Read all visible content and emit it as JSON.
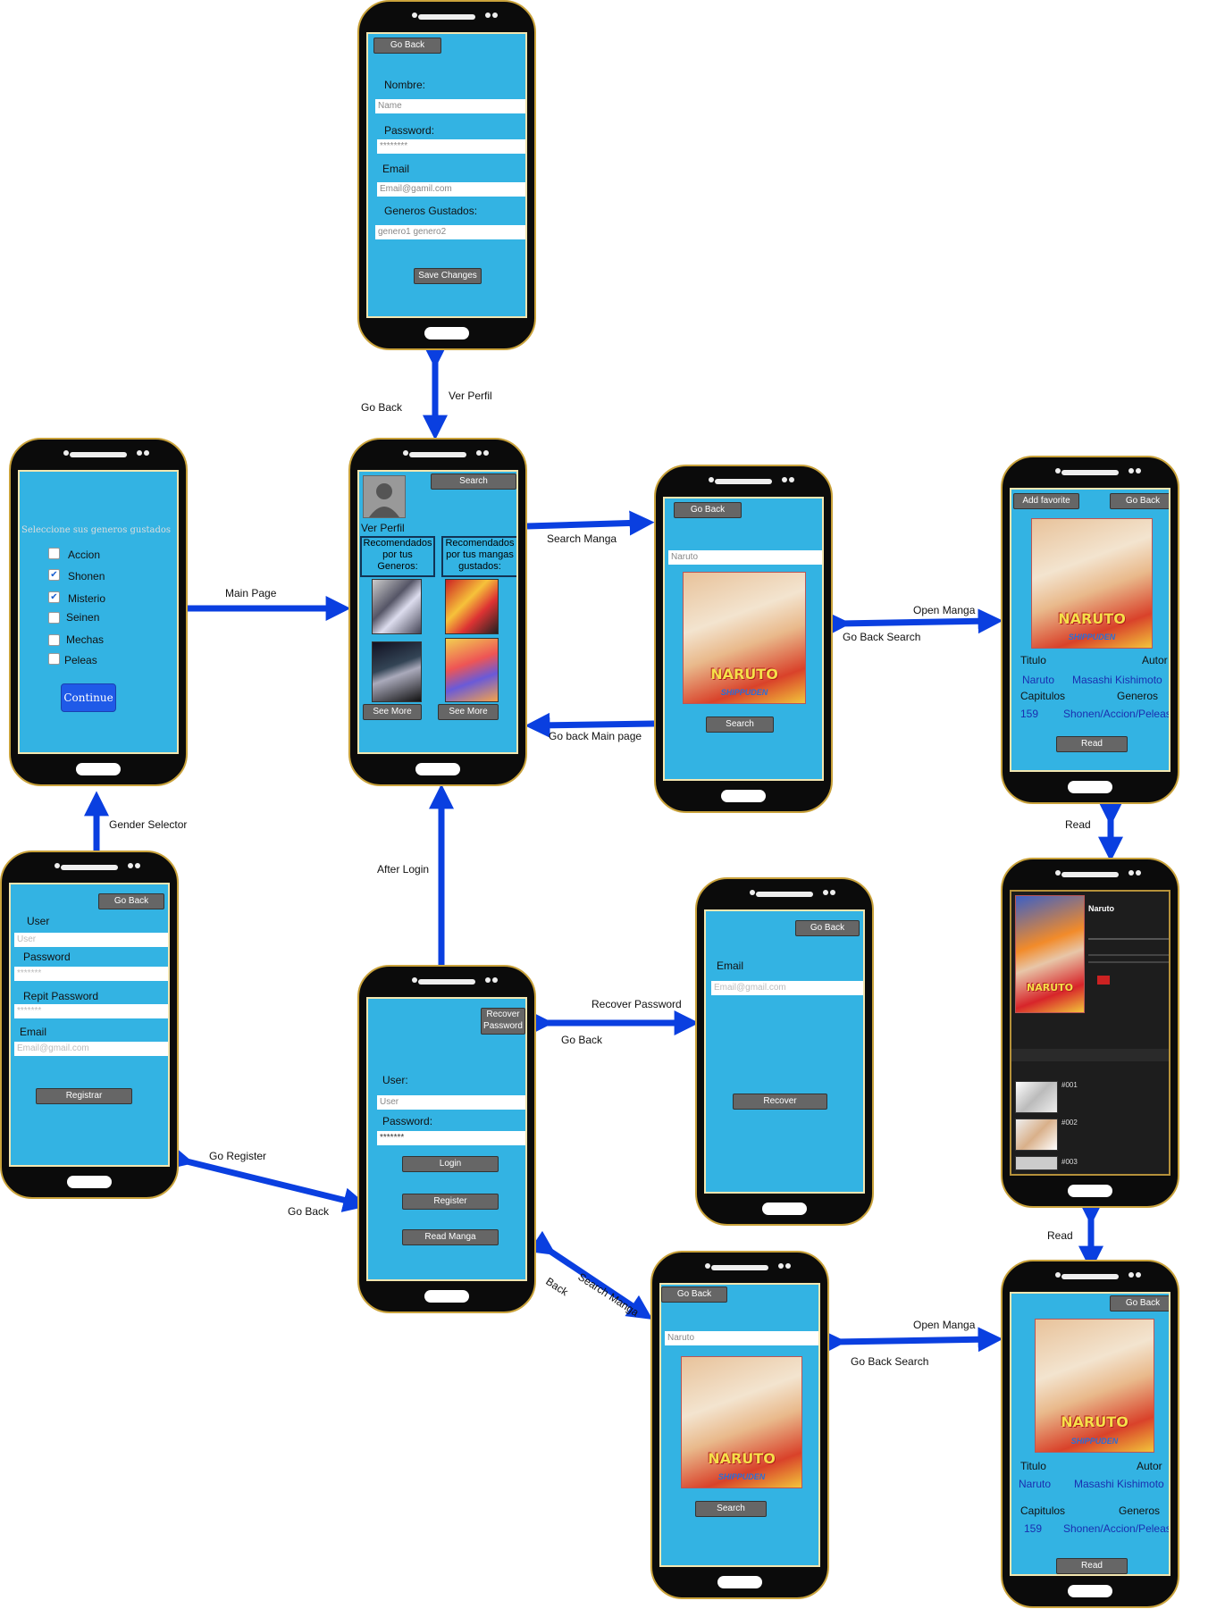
{
  "arrow_color": "#0a3fe0",
  "screen_color": "#33b3e3",
  "profile": {
    "go_back": "Go Back",
    "nombre_label": "Nombre:",
    "nombre_placeholder": "Name",
    "password_label": "Password:",
    "password_value": "********",
    "email_label": "Email",
    "email_value": "Email@gamil.com",
    "generos_label": "Generos Gustados:",
    "generos_value": "genero1 genero2",
    "save": "Save Changes"
  },
  "genre": {
    "title": "Seleccione sus generos gustados",
    "options": [
      {
        "label": "Accion",
        "checked": false
      },
      {
        "label": "Shonen",
        "checked": true
      },
      {
        "label": "Misterio",
        "checked": true
      },
      {
        "label": "Seinen",
        "checked": false
      },
      {
        "label": "Mechas",
        "checked": false
      },
      {
        "label": "Peleas",
        "checked": false
      }
    ],
    "continue": "Continue"
  },
  "main": {
    "search": "Search",
    "ver_perfil": "Ver Perfil",
    "rec_generos": "Recomendados por tus Generos:",
    "rec_mangas": "Recomendados por tus mangas gustados:",
    "see_more_1": "See More",
    "see_more_2": "See More"
  },
  "search1": {
    "go_back": "Go Back",
    "query": "Naruto",
    "search": "Search"
  },
  "detail1": {
    "add_favorite": "Add favorite",
    "go_back": "Go Back",
    "titulo_label": "Titulo",
    "autor_label": "Autor",
    "titulo": "Naruto",
    "autor": "Masashi Kishimoto",
    "capitulos_label": "Capitulos",
    "generos_label": "Generos",
    "capitulos": "159",
    "generos": "Shonen/Accion/Peleas",
    "read": "Read"
  },
  "reader": {
    "title": "Naruto",
    "chapters": [
      "#001",
      "#002",
      "#003"
    ]
  },
  "register": {
    "go_back": "Go Back",
    "user_label": "User",
    "user_placeholder": "User",
    "password_label": "Password",
    "password_value": "*******",
    "repit_label": "Repit Password",
    "repit_value": "*******",
    "email_label": "Email",
    "email_placeholder": "Email@gmail.com",
    "registrar": "Registrar"
  },
  "login": {
    "recover": "Recover Password",
    "user_label": "User:",
    "user_placeholder": "User",
    "password_label": "Password:",
    "password_value": "*******",
    "login": "Login",
    "register": "Register",
    "read_manga": "Read Manga"
  },
  "recover": {
    "go_back": "Go Back",
    "email_label": "Email",
    "email_placeholder": "Email@gmail.com",
    "recover": "Recover"
  },
  "search2": {
    "go_back": "Go Back",
    "query": "Naruto",
    "search": "Search"
  },
  "detail2": {
    "go_back": "Go Back",
    "titulo_label": "Titulo",
    "autor_label": "Autor",
    "titulo": "Naruto",
    "autor": "Masashi Kishimoto",
    "capitulos_label": "Capitulos",
    "generos_label": "Generos",
    "capitulos": "159",
    "generos": "Shonen/Accion/Peleas",
    "read": "Read"
  },
  "cover": {
    "title": "NARUTO",
    "subtitle": "SHIPPUDEN"
  },
  "edges": {
    "go_back_top": "Go Back",
    "ver_perfil": "Ver Perfil",
    "main_page": "Main Page",
    "search_manga": "Search Manga",
    "go_back_main": "Go back Main page",
    "open_manga_1": "Open Manga",
    "go_back_search_1": "Go Back Search",
    "read_1": "Read",
    "gender_selector": "Gender Selector",
    "after_login": "After Login",
    "recover_password": "Recover Password",
    "go_back_recover": "Go Back",
    "go_register": "Go Register",
    "go_back_register": "Go Back",
    "search_manga_2": "Search Manga",
    "back": "Back",
    "open_manga_2": "Open Manga",
    "go_back_search_2": "Go Back Search",
    "read_2": "Read"
  }
}
